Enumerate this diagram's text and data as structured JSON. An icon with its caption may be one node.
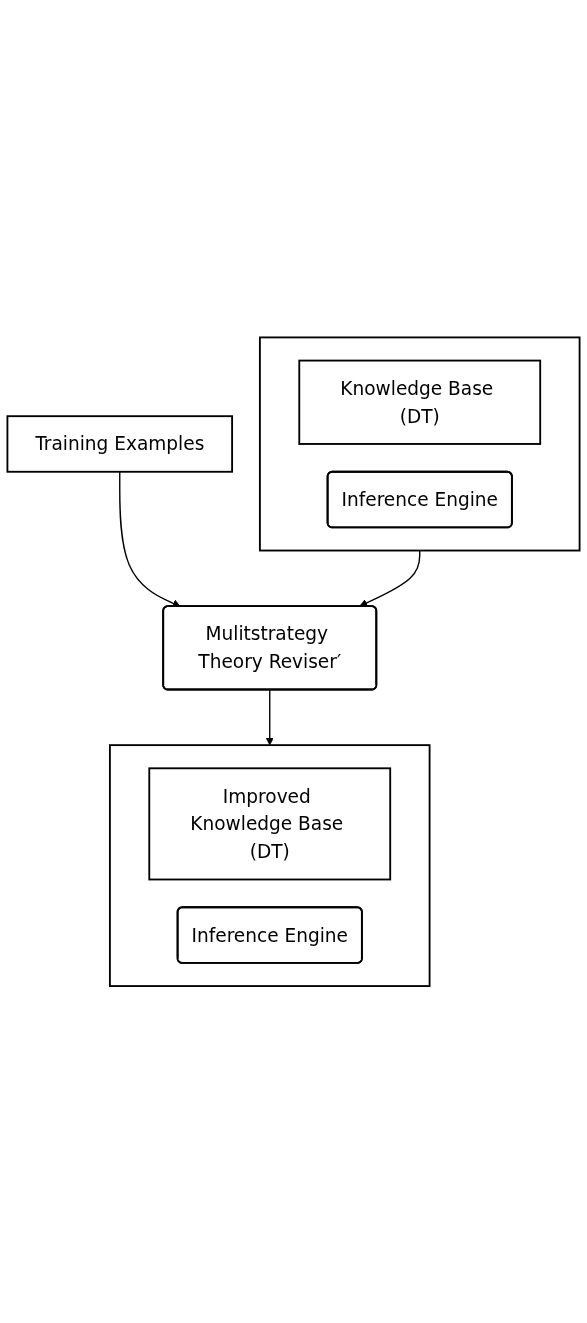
{
  "diagram": {
    "nodes": [
      {
        "text": [
          "Training Examples"
        ]
      },
      {
        "text": [],
        "shape": "box"
      },
      {
        "text": [
          "Knowledge Base (DT)"
        ],
        "in": 1
      },
      {
        "text": [
          "Inference Engine"
        ],
        "in": 1
      },
      {
        "text": [
          "Mulitstrategy Theory Reviser′"
        ]
      },
      {
        "text": [],
        "shape": "box"
      },
      {
        "text": [
          "Improved Knowledge Base (DT)"
        ],
        "in": 5
      },
      {
        "text": [
          "Inference Engine"
        ],
        "in": 5
      }
    ],
    "edges": [
      {
        "from": 0,
        "to": 4,
        "arrow": "to"
      },
      {
        "from": 1,
        "to": 4,
        "arrow": "to"
      },
      {
        "from": 4,
        "to": 5,
        "arrow": "to"
      }
    ]
  }
}
